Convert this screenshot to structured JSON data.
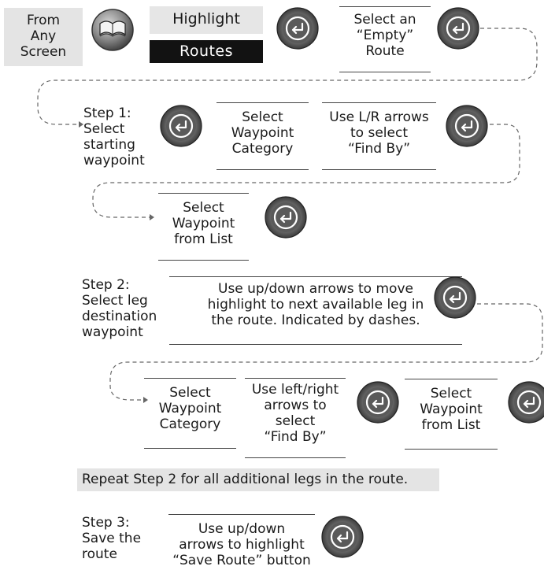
{
  "start": {
    "label": "From\nAny\nScreen"
  },
  "row1": {
    "highlight_label": "Highlight",
    "routes_label": "Routes",
    "select_empty": "Select an\n“Empty”\nRoute"
  },
  "step1": {
    "label": "Step 1:\nSelect\nstarting\nwaypoint",
    "select_category": "Select\nWaypoint\nCategory",
    "find_by": "Use L/R arrows\nto select\n“Find By”",
    "select_from_list": "Select\nWaypoint\nfrom List"
  },
  "step2": {
    "label": "Step 2:\nSelect leg\ndestination\nwaypoint",
    "move_instructions": "Use up/down arrows to move\nhighlight to next available leg in\nthe route.  Indicated by dashes.",
    "select_category": "Select\nWaypoint\nCategory",
    "find_by": "Use left/right\narrows to\nselect\n“Find By”",
    "select_from_list": "Select\nWaypoint\nfrom List"
  },
  "repeat": {
    "text": "Repeat Step 2 for all additional legs in the route."
  },
  "step3": {
    "label": "Step 3:\nSave the\nroute",
    "instructions": "Use up/down\narrows to highlight\n“Save Route” button"
  },
  "icons": {
    "enter_button": "enter-button-icon",
    "book": "book-icon"
  },
  "colors": {
    "button_dark": "#3a3a3a",
    "button_mid": "#8a8a8a",
    "highlight_bg": "#e4e4e4",
    "routes_bg": "#121212"
  }
}
